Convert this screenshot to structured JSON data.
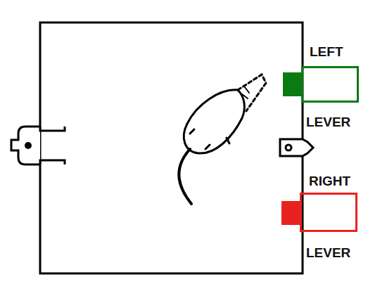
{
  "diagram": {
    "nodes": [
      {
        "text": [
          "LEFT",
          "LEVER"
        ]
      },
      {
        "text": [
          "RIGHT",
          "LEVER"
        ]
      }
    ]
  }
}
